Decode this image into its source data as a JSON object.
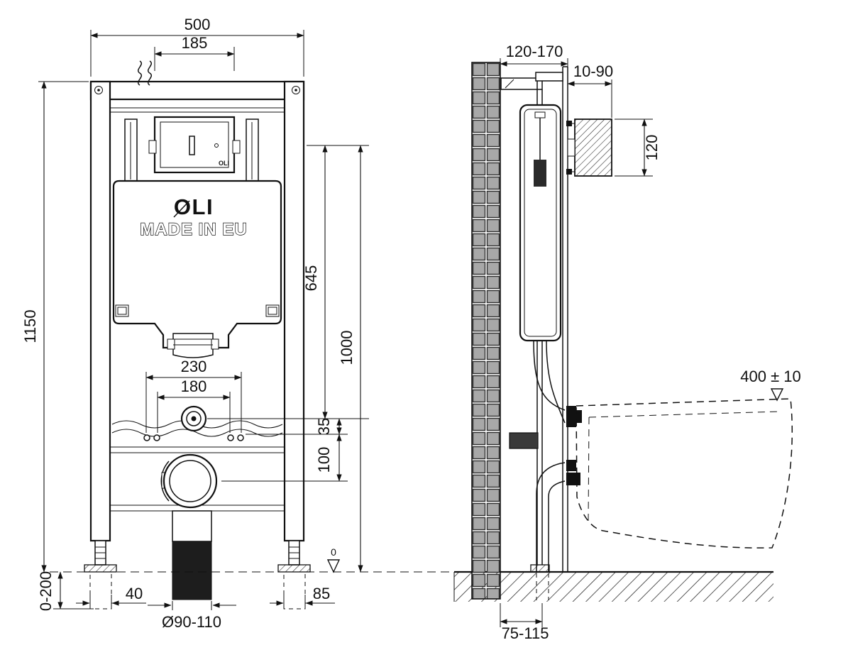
{
  "drawing": {
    "brand_logo": "OLI",
    "made_in": "MADE IN EU",
    "plate_brand": "OLI",
    "datum_zero": "0"
  },
  "front_dims": {
    "total_width": "500",
    "plate_width": "185",
    "total_height": "1150",
    "supply_height_span": "645",
    "plate_center_height": "1000",
    "outer_bolt_spacing": "230",
    "inner_bolt_spacing": "180",
    "supply_to_bolt": "35",
    "bolt_to_drain": "100",
    "leg_adjustment": "0-200",
    "left_foot_width": "40",
    "drain_pipe_diameter": "Ø90-110",
    "right_foot_width": "85"
  },
  "side_dims": {
    "frame_depth": "120-170",
    "plate_housing_depth": "10-90",
    "plate_housing_height": "120",
    "bowl_rim_height": "400 ± 10",
    "drain_wall_offset": "75-115"
  }
}
